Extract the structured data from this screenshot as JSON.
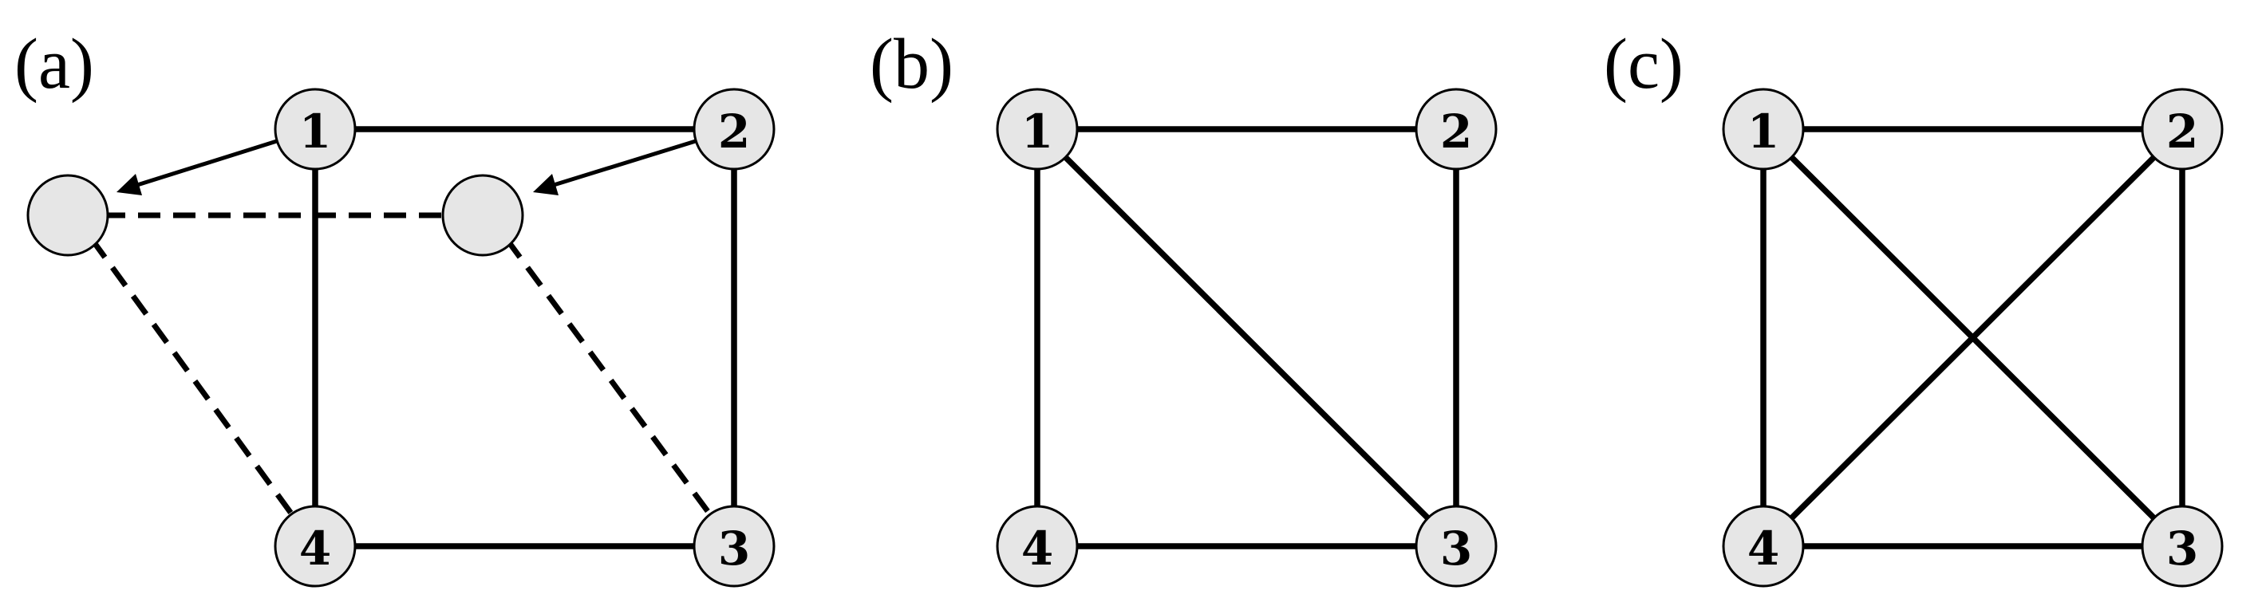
{
  "panels": [
    {
      "label": "(a)",
      "nodes": [
        "1",
        "2",
        "3",
        "4"
      ],
      "solid_edges": [
        [
          "1",
          "2"
        ],
        [
          "2",
          "3"
        ],
        [
          "3",
          "4"
        ],
        [
          "1",
          "4"
        ]
      ],
      "ghost_nodes": 2,
      "dashed_edges": [
        [
          "ghost-left",
          "ghost-right"
        ],
        [
          "ghost-left",
          "4"
        ],
        [
          "ghost-right",
          "3"
        ]
      ],
      "arrows": [
        [
          "1",
          "ghost-left"
        ],
        [
          "2",
          "ghost-right"
        ]
      ]
    },
    {
      "label": "(b)",
      "nodes": [
        "1",
        "2",
        "3",
        "4"
      ],
      "solid_edges": [
        [
          "1",
          "2"
        ],
        [
          "2",
          "3"
        ],
        [
          "3",
          "4"
        ],
        [
          "1",
          "4"
        ],
        [
          "1",
          "3"
        ]
      ]
    },
    {
      "label": "(c)",
      "nodes": [
        "1",
        "2",
        "3",
        "4"
      ],
      "solid_edges": [
        [
          "1",
          "2"
        ],
        [
          "2",
          "3"
        ],
        [
          "3",
          "4"
        ],
        [
          "1",
          "4"
        ],
        [
          "1",
          "3"
        ],
        [
          "2",
          "4"
        ]
      ]
    }
  ],
  "colors": {
    "node_fill": "#e6e6e6",
    "stroke": "#000000",
    "background": "#ffffff"
  }
}
